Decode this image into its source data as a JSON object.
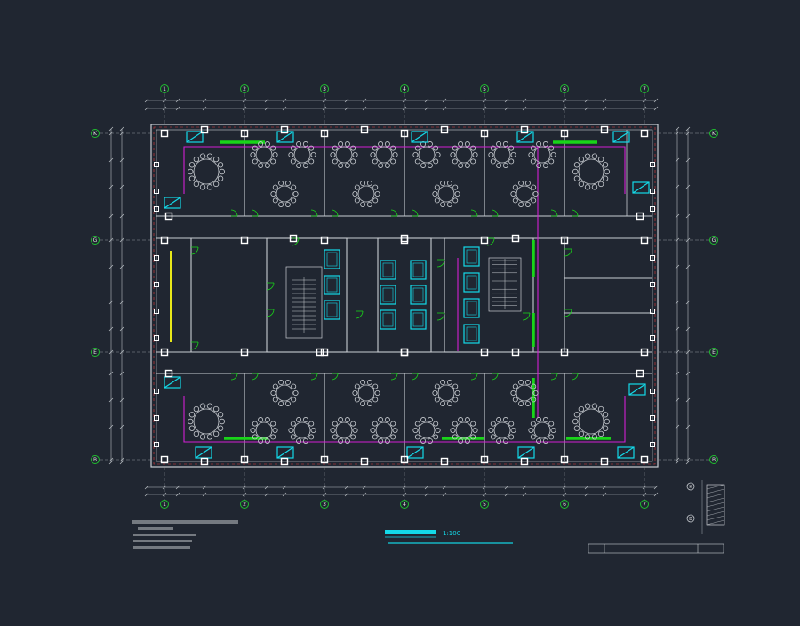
{
  "drawing": {
    "background": "#202631",
    "title": "",
    "scale": "1:100",
    "legend_line": "",
    "notes": [
      "",
      "",
      "",
      "",
      ""
    ]
  },
  "grid": {
    "columns": [
      "1",
      "2",
      "3",
      "4",
      "5",
      "6",
      "7"
    ],
    "rows": [
      "K",
      "G",
      "E",
      "B"
    ]
  },
  "legend_keys": [
    "K",
    "B"
  ],
  "colors": {
    "wall": "#c9cdd2",
    "axis": "#8f969e",
    "dimension": "#b8bdc3",
    "column_fill": "#ffffff",
    "magenta": "#d21fd4",
    "green": "#19d419",
    "cyan": "#14d9e8",
    "red": "#e23a3a",
    "yellow": "#e8e81a",
    "bubble": "#1fbf2f"
  }
}
